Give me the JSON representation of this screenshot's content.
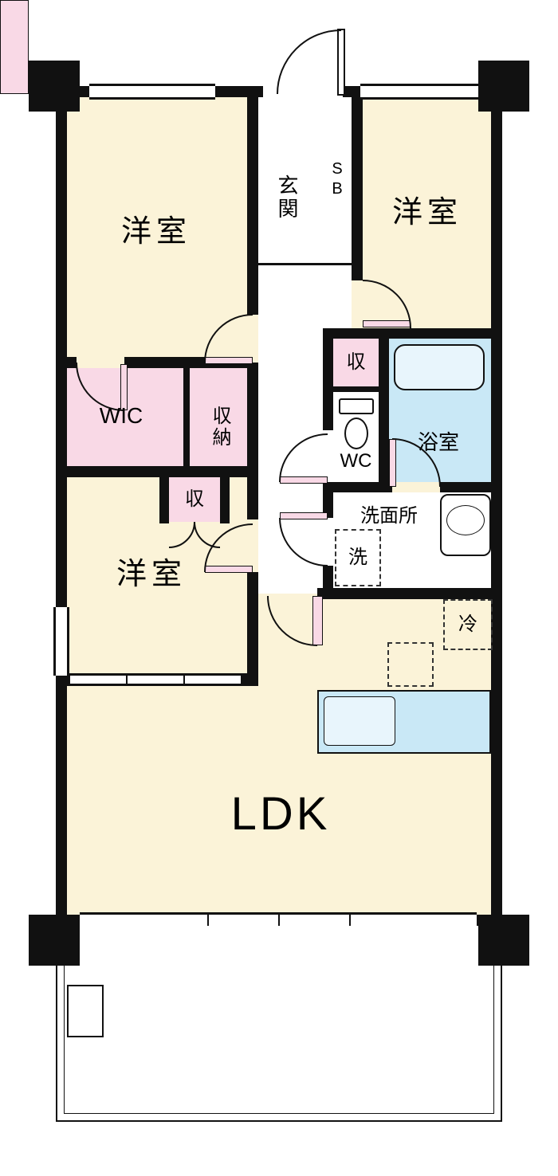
{
  "colors": {
    "wall": "#111111",
    "room": "#fbf3d8",
    "closet": "#f9d9e6",
    "wet": "#c9e8f6",
    "wetLight": "#e8f5fc",
    "floor": "#ffffff"
  },
  "rooms": {
    "bedroom_top_left": "洋室",
    "bedroom_top_right": "洋室",
    "bedroom_bottom": "洋室",
    "ldk": "LDK",
    "entrance": "玄関",
    "shoe_box": "SB",
    "wic": "WIC",
    "closet": "収納",
    "closet_small_upper": "収",
    "closet_small_lower": "収",
    "wc": "WC",
    "bathroom": "浴室",
    "washroom": "洗面所",
    "washer": "洗",
    "refrigerator": "冷"
  }
}
